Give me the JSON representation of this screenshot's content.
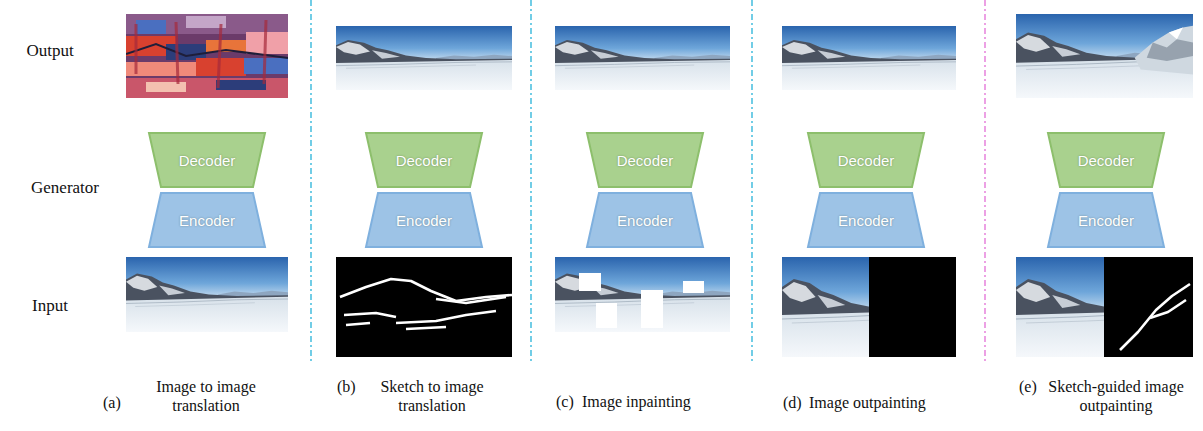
{
  "diagram": {
    "nodes": [
      {
        "text": [
          "Decoder"
        ]
      },
      {
        "text": [
          "Encoder"
        ]
      },
      {
        "text": [
          "Decoder"
        ]
      },
      {
        "text": [
          "Encoder"
        ]
      },
      {
        "text": [
          "Decoder"
        ]
      },
      {
        "text": [
          "Encoder"
        ]
      },
      {
        "text": [
          "Decoder"
        ]
      },
      {
        "text": [
          "Encoder"
        ]
      },
      {
        "text": [
          "Decoder"
        ]
      },
      {
        "text": [
          "Encoder"
        ]
      }
    ],
    "labels": [
      "Output",
      "Generator",
      "Input",
      "(a)",
      "Image to image translation",
      "(b)",
      "Sketch to image translation",
      "(c)",
      "Image inpainting",
      "(d)",
      "Image outpainting",
      "(e)",
      "Sketch-guided image outpainting"
    ]
  }
}
